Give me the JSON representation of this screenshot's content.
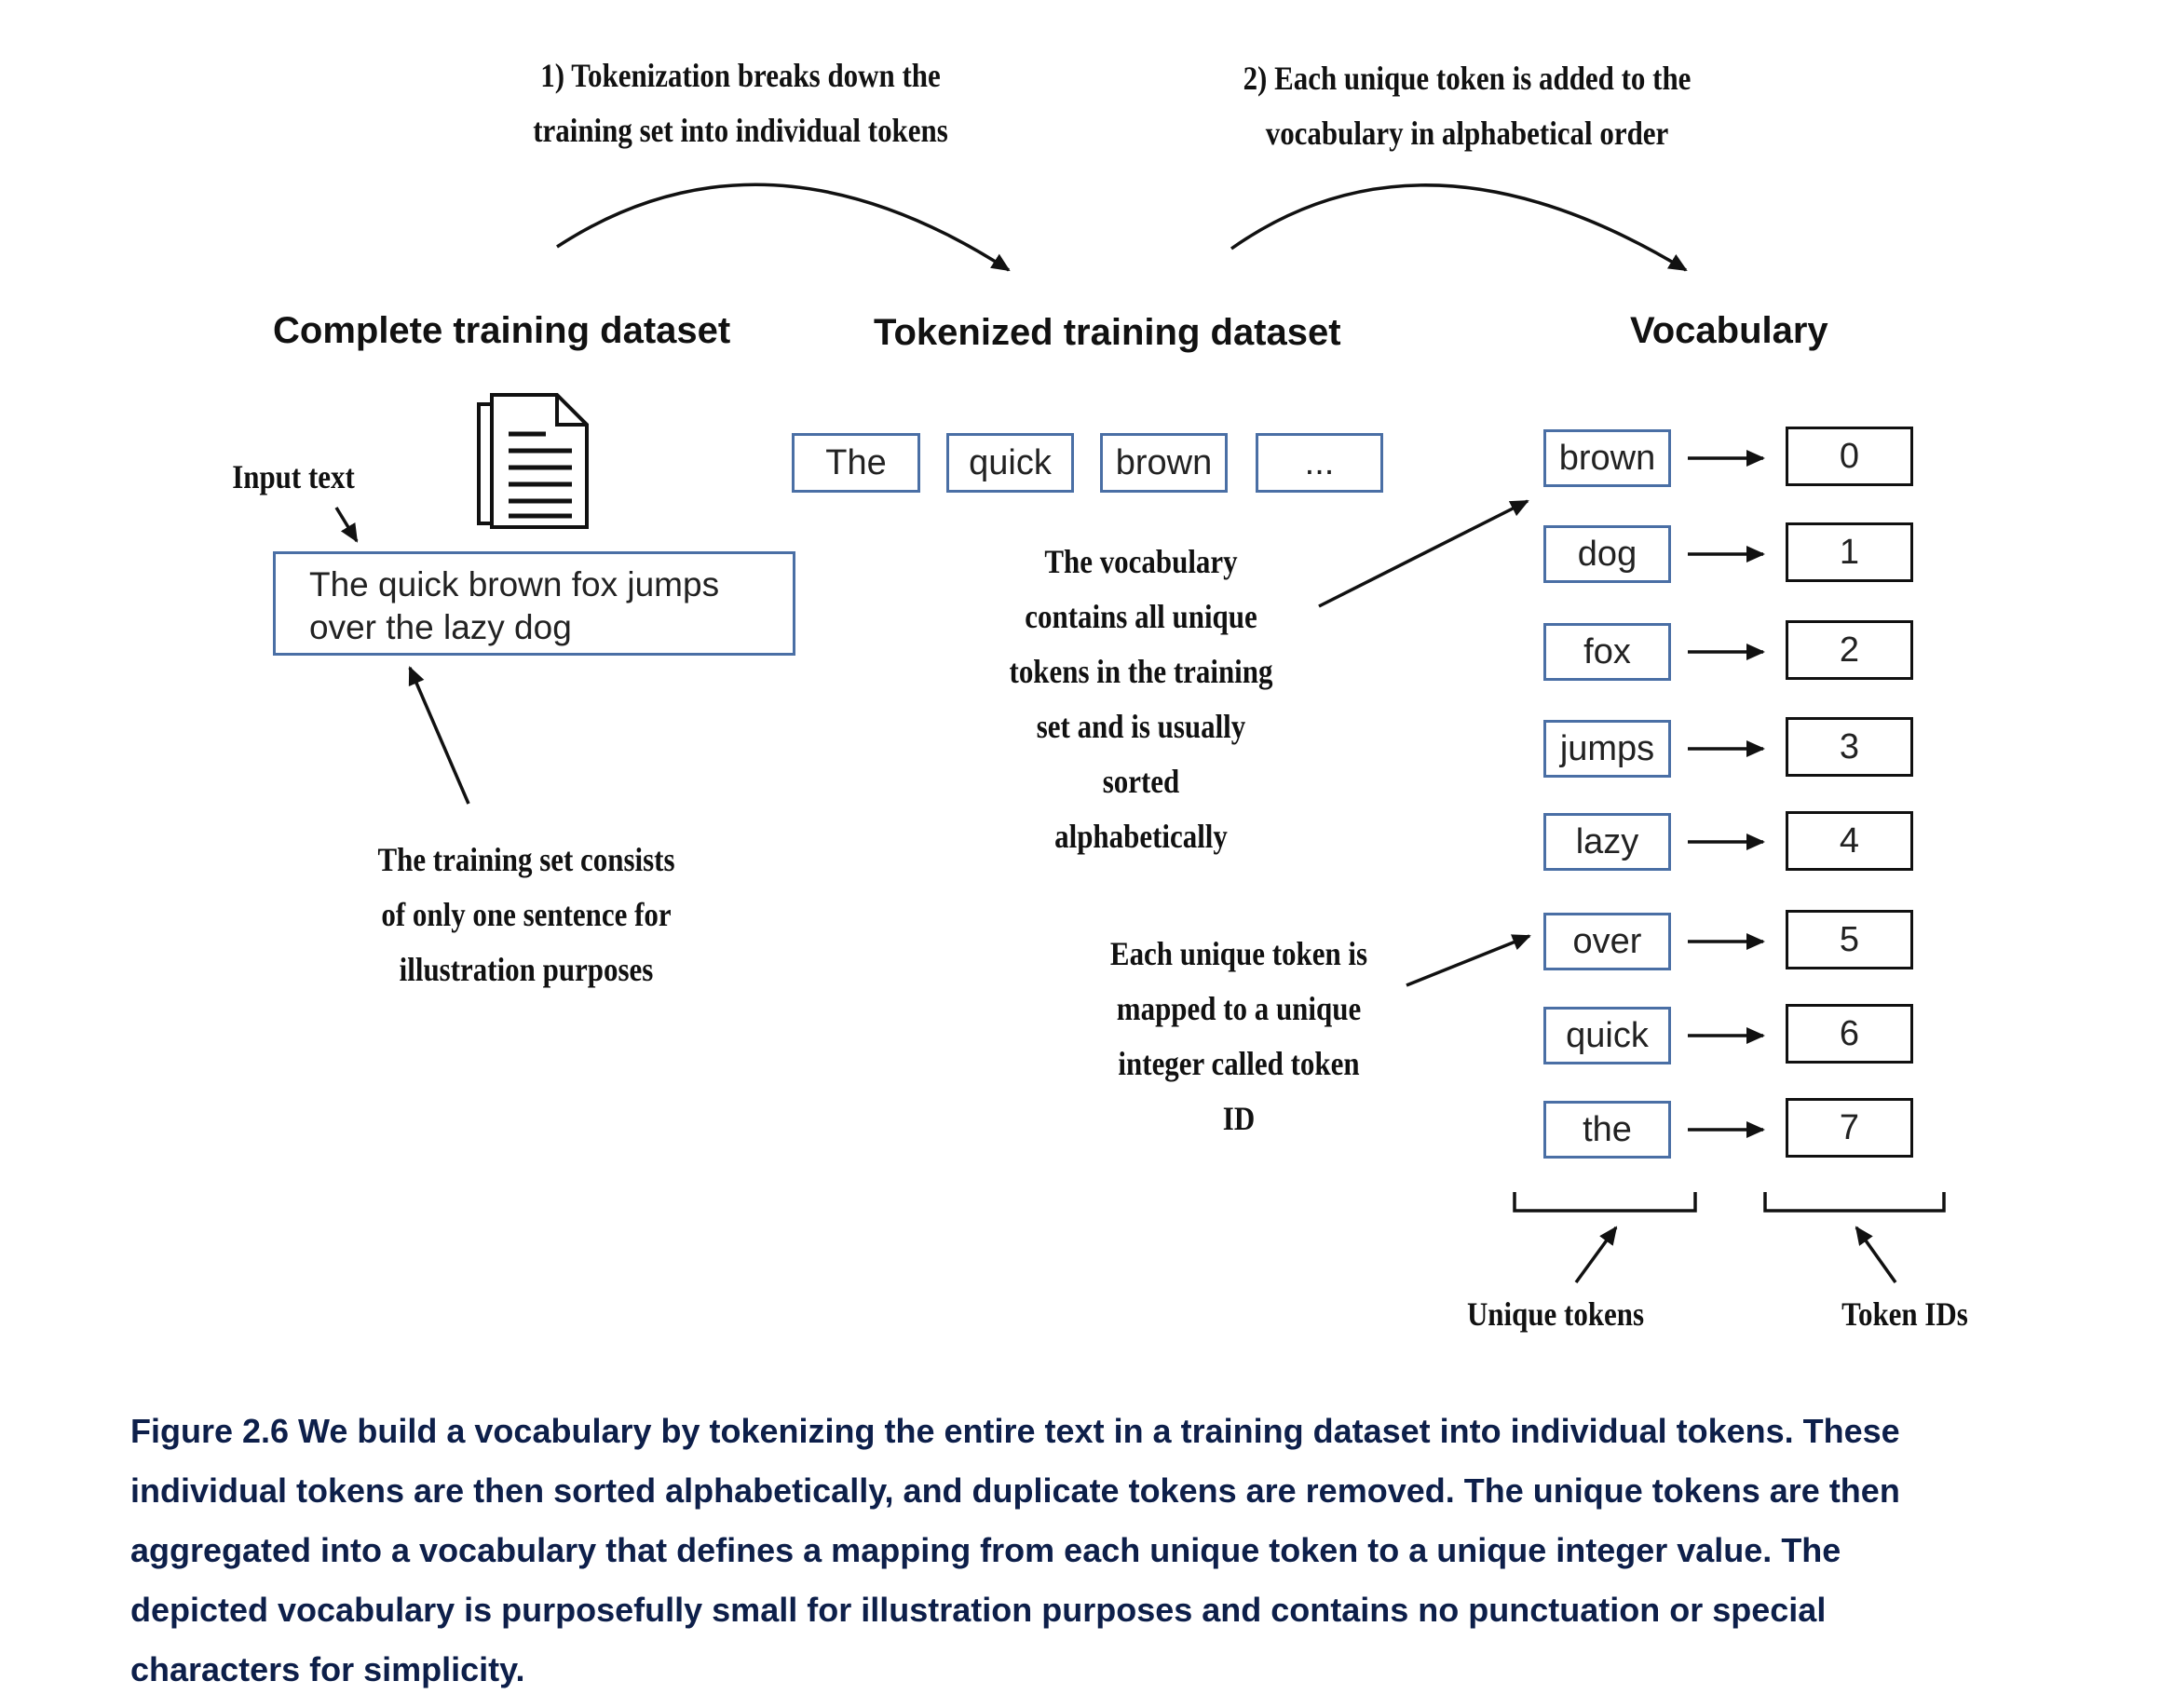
{
  "notes": {
    "step1": [
      "1) Tokenization breaks down the",
      "training set into individual tokens"
    ],
    "step2": [
      "2) Each unique token is added to the",
      "vocabulary in alphabetical order"
    ],
    "input_text_label": "Input text",
    "training_set_note": [
      "The training set consists",
      "of only one sentence for",
      "illustration purposes"
    ],
    "vocab_note": [
      "The vocabulary",
      "contains all unique",
      "tokens in the training",
      "set and is usually",
      "sorted",
      "alphabetically"
    ],
    "token_id_note": [
      "Each unique token is",
      "mapped to a unique",
      "integer called token",
      "ID"
    ],
    "unique_tokens_label": "Unique tokens",
    "token_ids_label": "Token IDs"
  },
  "headings": {
    "complete": "Complete training dataset",
    "tokenized": "Tokenized training dataset",
    "vocabulary": "Vocabulary"
  },
  "input_text": [
    "The quick brown fox jumps",
    "over the lazy dog"
  ],
  "tokenized_tokens": [
    "The",
    "quick",
    "brown",
    "..."
  ],
  "vocabulary": [
    {
      "token": "brown",
      "id": "0"
    },
    {
      "token": "dog",
      "id": "1"
    },
    {
      "token": "fox",
      "id": "2"
    },
    {
      "token": "jumps",
      "id": "3"
    },
    {
      "token": "lazy",
      "id": "4"
    },
    {
      "token": "over",
      "id": "5"
    },
    {
      "token": "quick",
      "id": "6"
    },
    {
      "token": "the",
      "id": "7"
    }
  ],
  "caption": [
    "Figure 2.6 We build a vocabulary by tokenizing the entire text in a training dataset into individual tokens. These",
    "individual tokens are then sorted alphabetically, and duplicate tokens are removed. The unique tokens are then",
    "aggregated into a vocabulary that defines a mapping from each unique token to a unique integer value. The",
    "depicted vocabulary is purposefully small for illustration purposes and contains no punctuation or special",
    "characters for simplicity."
  ],
  "colors": {
    "token_border": "#4a6fa5",
    "id_border": "#111111",
    "caption": "#0d1f4a"
  }
}
